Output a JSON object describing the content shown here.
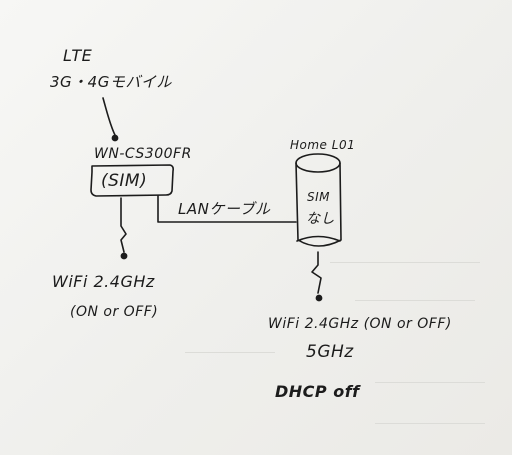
{
  "diagram": {
    "lte_label": "LTE",
    "mobile_label": "3G・4Gモバイル",
    "router_name": "WN-CS300FR",
    "router_sim": "(SIM)",
    "cable_label": "LANケーブル",
    "device_name": "Home L01",
    "device_sim_line1": "SIM",
    "device_sim_line2": "なし",
    "left_wifi": "WiFi 2.4GHz",
    "left_wifi_mode": "(ON or OFF)",
    "right_wifi": "WiFi 2.4GHz (ON or OFF)",
    "right_5ghz": "5GHz",
    "dhcp": "DHCP off"
  }
}
